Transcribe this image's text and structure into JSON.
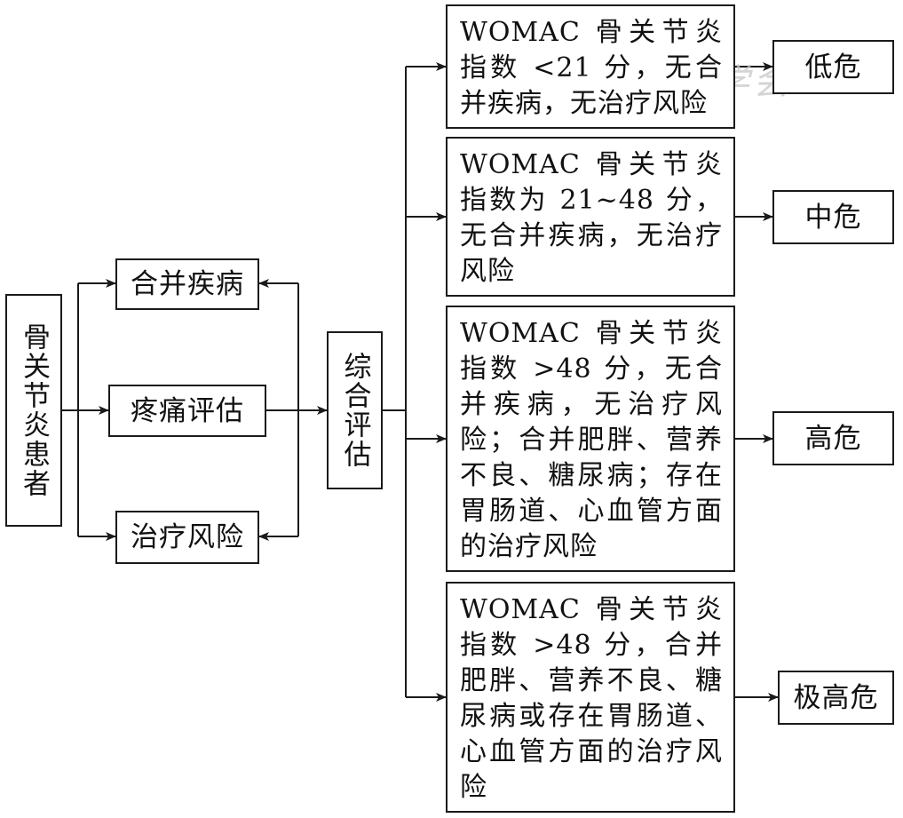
{
  "patient": "骨关节炎患者",
  "factors": [
    "合并疾病",
    "疼痛评估",
    "治疗风险"
  ],
  "comprehensive": "综合评估",
  "criteria": [
    "WOMAC 骨关节炎指数 <21 分，无合并疾病，无治疗风险",
    "WOMAC 骨关节炎指数为 21~48 分，无合并疾病，无治疗风险",
    "WOMAC 骨关节炎指数 >48 分，无合并疾病，无治疗风险；合并肥胖、营养不良、糖尿病；存在胃肠道、心血管方面的治疗风险",
    "WOMAC 骨关节炎指数 >48 分，合并肥胖、营养不良、糖尿病或存在胃肠道、心血管方面的治疗风险"
  ],
  "risks": [
    "低危",
    "中危",
    "高危",
    "极高危"
  ],
  "watermark": "中华医学会"
}
